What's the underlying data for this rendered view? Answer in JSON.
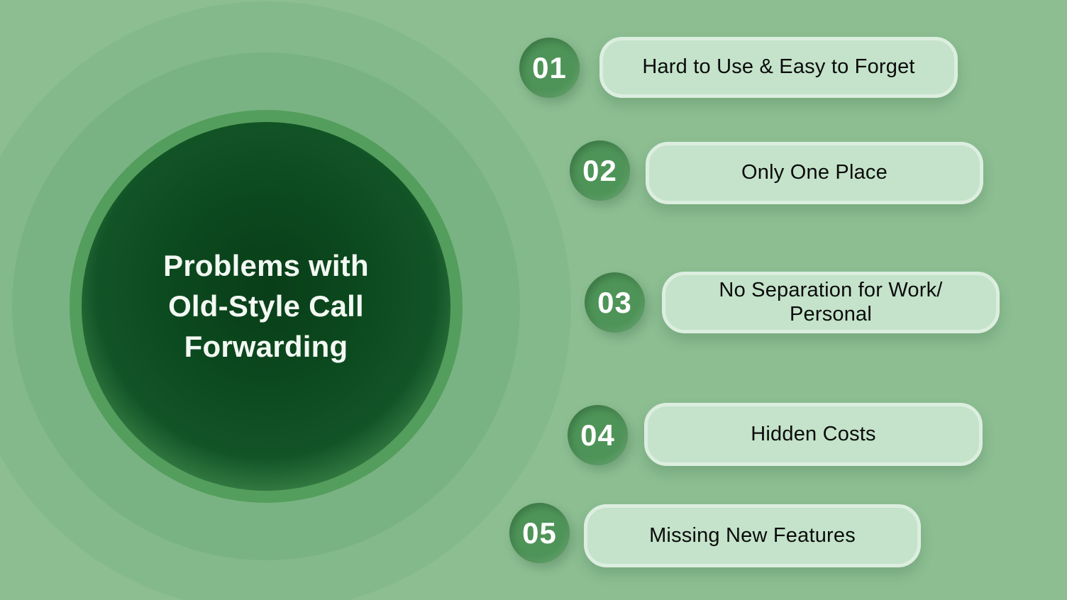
{
  "title": {
    "text": "Problems with\nOld-Style Call\nForwarding"
  },
  "items": [
    {
      "number": "01",
      "label": "Hard to Use & Easy to Forget"
    },
    {
      "number": "02",
      "label": "Only One Place"
    },
    {
      "number": "03",
      "label": "No Separation for Work/\nPersonal"
    },
    {
      "number": "04",
      "label": "Hidden Costs"
    },
    {
      "number": "05",
      "label": "Missing New Features"
    }
  ],
  "colors": {
    "background": "#8CBE92",
    "ring_outer": "#84B98C",
    "ring_middle": "#7AB383",
    "ring_inner": "#539E5C",
    "core_dark": "#0C4A1F",
    "title_text": "#F3F8F3",
    "badge_fill": "#4E9458",
    "badge_text": "#FFFFFF",
    "pill_fill": "#C4E3CA",
    "pill_border": "#DCEEDF",
    "pill_text": "#0B0B0B"
  }
}
